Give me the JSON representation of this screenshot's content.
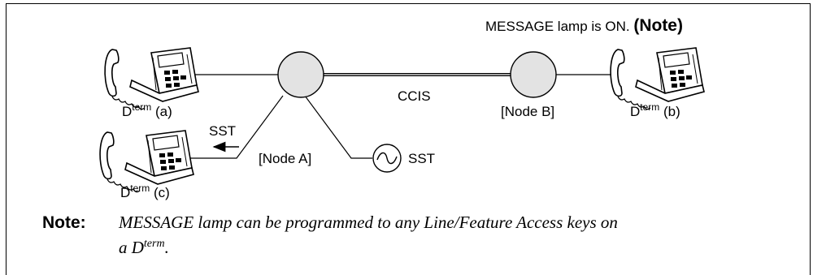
{
  "message_lamp": {
    "text": "MESSAGE lamp is ON. ",
    "note_ref": "(Note)"
  },
  "terminals": {
    "a": {
      "base": "D",
      "sup": "term",
      "suffix": " (a)"
    },
    "b": {
      "base": "D",
      "sup": "term",
      "suffix": " (b)"
    },
    "c": {
      "base": "D",
      "sup": "term",
      "suffix": " (c)"
    }
  },
  "nodes": {
    "a": "[Node A]",
    "b": "[Node B]"
  },
  "link_label": "CCIS",
  "sst_arrow_label": "SST",
  "sst_source_label": "SST",
  "note": {
    "heading": "Note:",
    "line1": "MESSAGE lamp can be programmed to any Line/Feature Access keys on",
    "line2_prefix": "a D",
    "line2_sup": "term",
    "line2_suffix": "."
  }
}
